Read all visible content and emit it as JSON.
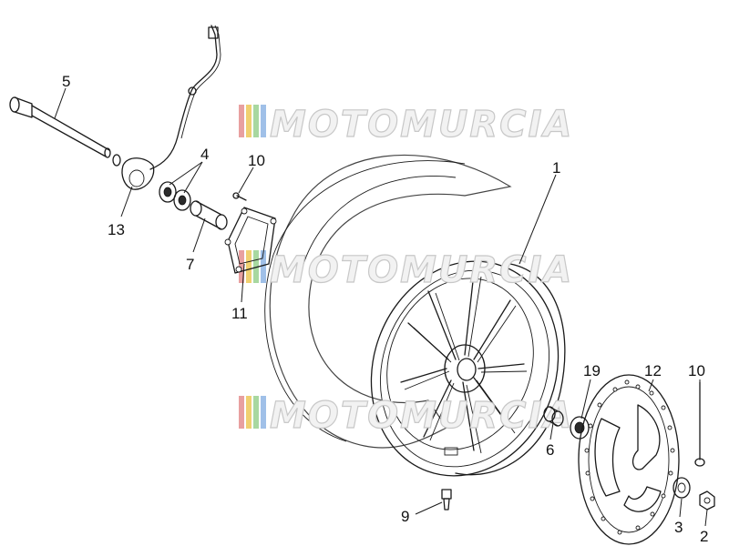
{
  "watermark": {
    "text": "MOTOMURCIA",
    "stripe_colors": [
      "#e8a0a0",
      "#f0d070",
      "#a8d8a0",
      "#a0c0e8"
    ]
  },
  "callouts": [
    {
      "id": "c1",
      "label": "1"
    },
    {
      "id": "c2",
      "label": "2"
    },
    {
      "id": "c3",
      "label": "3"
    },
    {
      "id": "c4",
      "label": "4"
    },
    {
      "id": "c5",
      "label": "5"
    },
    {
      "id": "c6",
      "label": "6"
    },
    {
      "id": "c7",
      "label": "7"
    },
    {
      "id": "c9",
      "label": "9"
    },
    {
      "id": "c10a",
      "label": "10"
    },
    {
      "id": "c10b",
      "label": "10"
    },
    {
      "id": "c11",
      "label": "11"
    },
    {
      "id": "c12",
      "label": "12"
    },
    {
      "id": "c13",
      "label": "13"
    },
    {
      "id": "c19",
      "label": "19"
    }
  ]
}
